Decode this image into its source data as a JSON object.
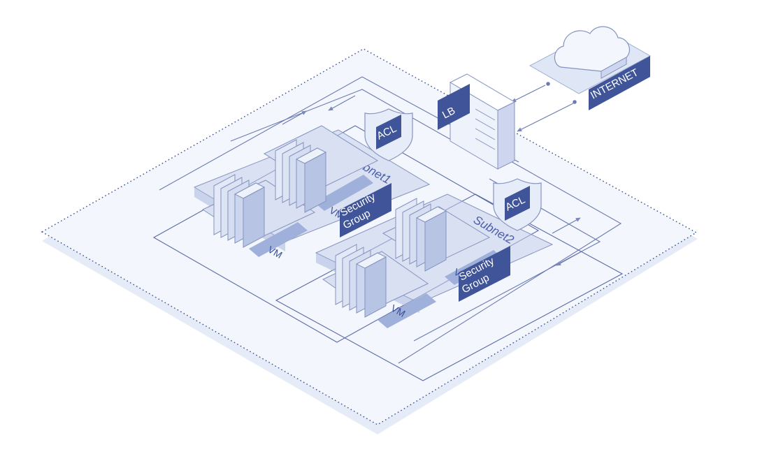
{
  "labels": {
    "subnet1": "Subnet1",
    "subnet2": "Subnet2",
    "vm": "VM",
    "security_group_line1": "Security",
    "security_group_line2": "Group",
    "acl": "ACL",
    "lb": "LB",
    "internet": "INTERNET"
  },
  "colors": {
    "accent": "#4a5fa8",
    "line": "#8593c0",
    "fill_light": "#eef2fa",
    "subnet_fill": "#c4d0ea",
    "server": "#d3dbef"
  }
}
